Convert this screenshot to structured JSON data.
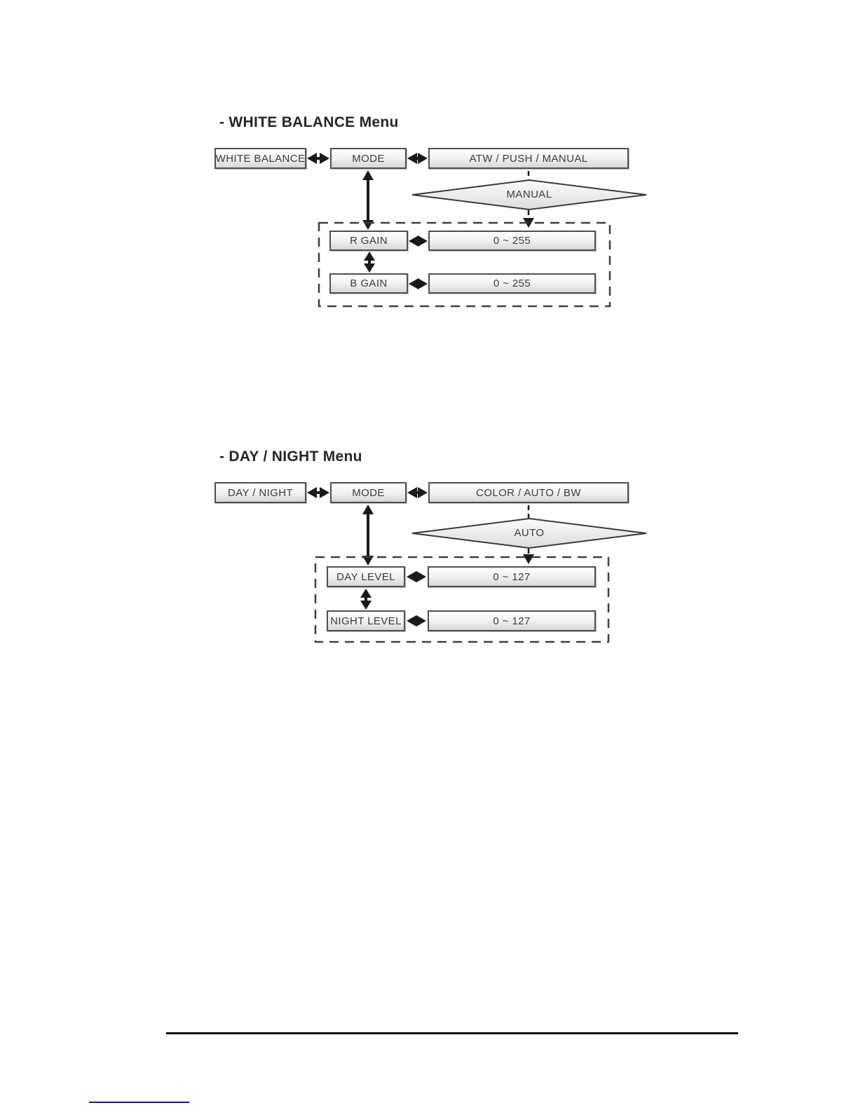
{
  "page": {
    "background": "#ffffff"
  },
  "colors": {
    "box_border": "#4f4f4f",
    "box_text": "#3a3a3a",
    "arrow": "#1a1a1a",
    "title_text": "#262626",
    "footer_rule": "#111111",
    "link_line": "#1a1a80"
  },
  "diagrams": [
    {
      "title": "- WHITE BALANCE Menu",
      "root": "WHITE BALANCE",
      "mode_label": "MODE",
      "options": "ATW / PUSH / MANUAL",
      "condition": "MANUAL",
      "params": [
        {
          "name": "R GAIN",
          "range": "0 ~ 255"
        },
        {
          "name": "B GAIN",
          "range": "0 ~ 255"
        }
      ]
    },
    {
      "title": "- DAY / NIGHT Menu",
      "root": "DAY / NIGHT",
      "mode_label": "MODE",
      "options": "COLOR / AUTO / BW",
      "condition": "AUTO",
      "params": [
        {
          "name": "DAY LEVEL",
          "range": "0 ~ 127"
        },
        {
          "name": "NIGHT LEVEL",
          "range": "0 ~ 127"
        }
      ]
    }
  ]
}
